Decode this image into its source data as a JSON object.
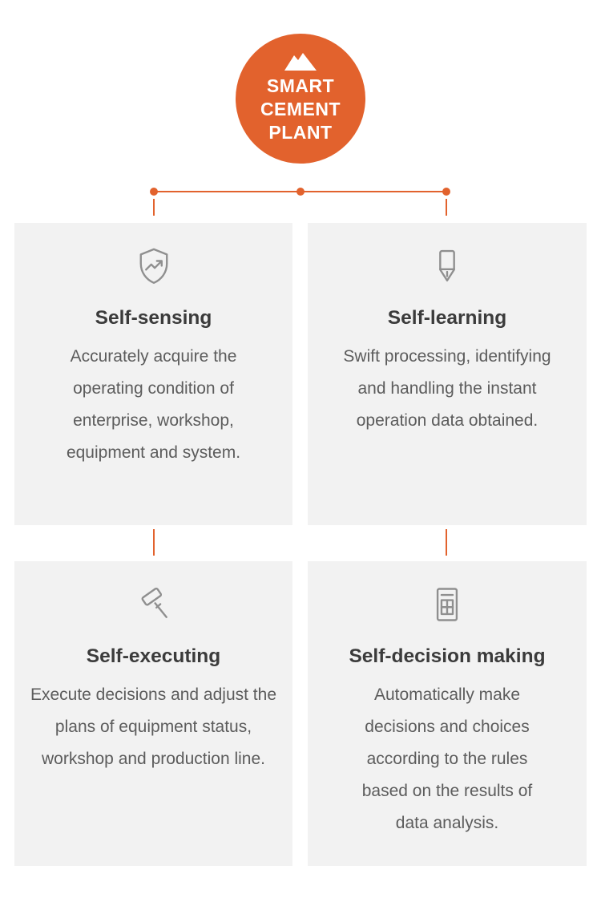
{
  "hub": {
    "line1": "SMART",
    "line2": "CEMENT",
    "line3": "PLANT"
  },
  "cards": [
    {
      "icon": "shield-trend-icon",
      "title": "Self-sensing",
      "body": "Accurately acquire the operating condition of enterprise, workshop, equipment and system."
    },
    {
      "icon": "pen-nib-icon",
      "title": "Self-learning",
      "body": "Swift processing, identifying and handling the instant operation data obtained."
    },
    {
      "icon": "gavel-icon",
      "title": "Self-executing",
      "body": "Execute decisions and adjust the plans of equipment status, workshop and production line."
    },
    {
      "icon": "document-grid-icon",
      "title": "Self-decision making",
      "body": "Automatically make decisions and choices according to the rules based on the results of data analysis."
    }
  ],
  "colors": {
    "accent_orange": "#E2622D",
    "card_background": "#F2F2F2",
    "title_text": "#3B3B3B",
    "body_text": "#5C5C5C",
    "icon_gray": "#8F8F8F"
  }
}
